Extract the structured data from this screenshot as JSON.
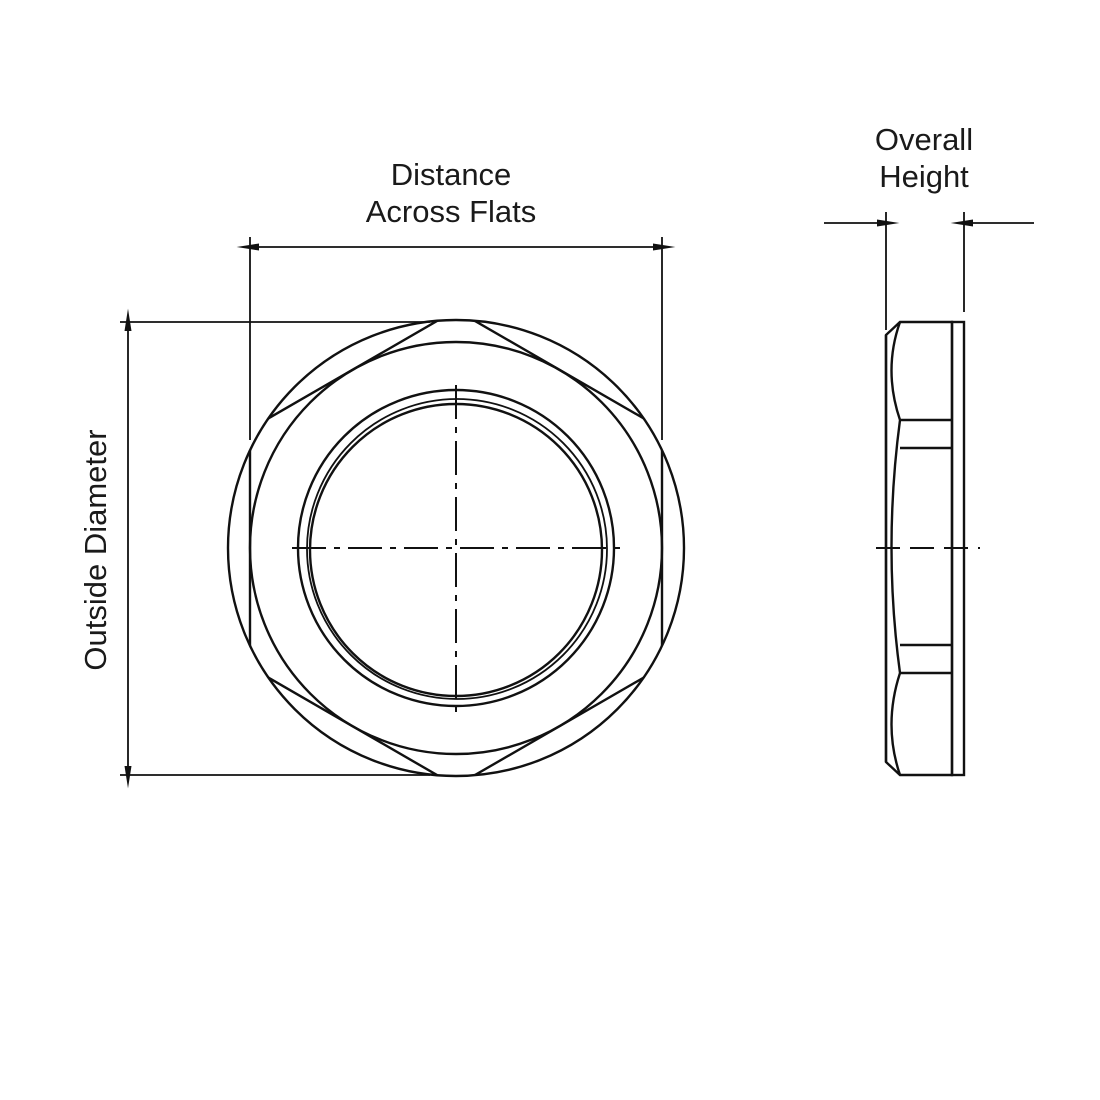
{
  "labels": {
    "distance_across_flats": [
      "Distance",
      "Across Flats"
    ],
    "outside_diameter": "Outside Diameter",
    "overall_height": [
      "Overall",
      "Height"
    ]
  },
  "colors": {
    "line": "#111111",
    "background": "#ffffff"
  }
}
